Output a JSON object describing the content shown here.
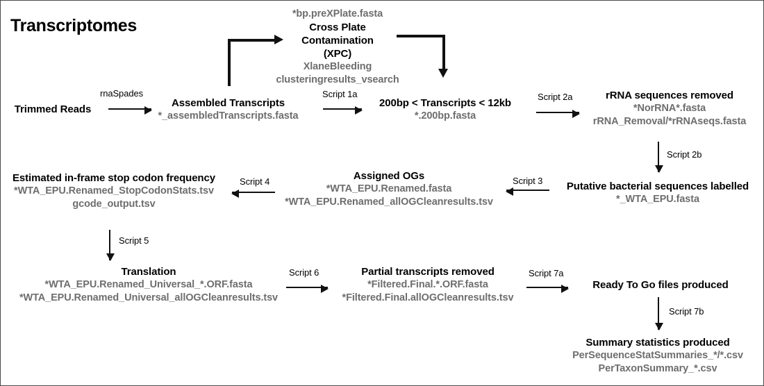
{
  "page": {
    "title": "Transcriptomes",
    "accent_black": "#000000",
    "file_text_color": "#6e6e6e",
    "background": "#ffffff"
  },
  "nodes": {
    "trimmed_reads": {
      "title": "Trimmed Reads",
      "files": []
    },
    "assembled_transcripts": {
      "title": "Assembled Transcripts",
      "files": [
        "*_assembledTranscripts.fasta"
      ]
    },
    "xpc": {
      "file_top": "*bp.preXPlate.fasta",
      "title_line1": "Cross Plate",
      "title_line2": "Contamination",
      "title_line3": "(XPC)",
      "file_bottom1": "XlaneBleeding",
      "file_bottom2": "clusteringresults_vsearch"
    },
    "length_filtered": {
      "title": "200bp < Transcripts < 12kb",
      "files": [
        "*.200bp.fasta"
      ]
    },
    "rrna_removed": {
      "title": "rRNA sequences removed",
      "files": [
        "*NorRNA*.fasta",
        "rRNA_Removal/*rRNAseqs.fasta"
      ]
    },
    "bacterial_labelled": {
      "title": "Putative bacterial sequences labelled",
      "files": [
        "*_WTA_EPU.fasta"
      ]
    },
    "assigned_ogs": {
      "title": "Assigned OGs",
      "files": [
        "*WTA_EPU.Renamed.fasta",
        "*WTA_EPU.Renamed_allOGCleanresults.tsv"
      ]
    },
    "stop_codon": {
      "title": "Estimated in-frame stop codon frequency",
      "files": [
        "*WTA_EPU.Renamed_StopCodonStats.tsv",
        "gcode_output.tsv"
      ]
    },
    "translation": {
      "title": "Translation",
      "files": [
        "*WTA_EPU.Renamed_Universal_*.ORF.fasta",
        "*WTA_EPU.Renamed_Universal_allOGCleanresults.tsv"
      ]
    },
    "partial_removed": {
      "title": "Partial transcripts removed",
      "files": [
        "*Filtered.Final.*.ORF.fasta",
        "*Filtered.Final.allOGCleanresults.tsv"
      ]
    },
    "ready_to_go": {
      "title": "Ready To Go files produced",
      "files": []
    },
    "summary_stats": {
      "title": "Summary statistics produced",
      "files": [
        "PerSequenceStatSummaries_*/*.csv",
        "PerTaxonSummary_*.csv"
      ]
    }
  },
  "edges": {
    "rnaspades": "rnaSpades",
    "script_1a": "Script 1a",
    "script_2a": "Script 2a",
    "script_2b": "Script 2b",
    "script_3": "Script 3",
    "script_4": "Script 4",
    "script_5": "Script 5",
    "script_6": "Script 6",
    "script_7a": "Script 7a",
    "script_7b": "Script 7b"
  }
}
